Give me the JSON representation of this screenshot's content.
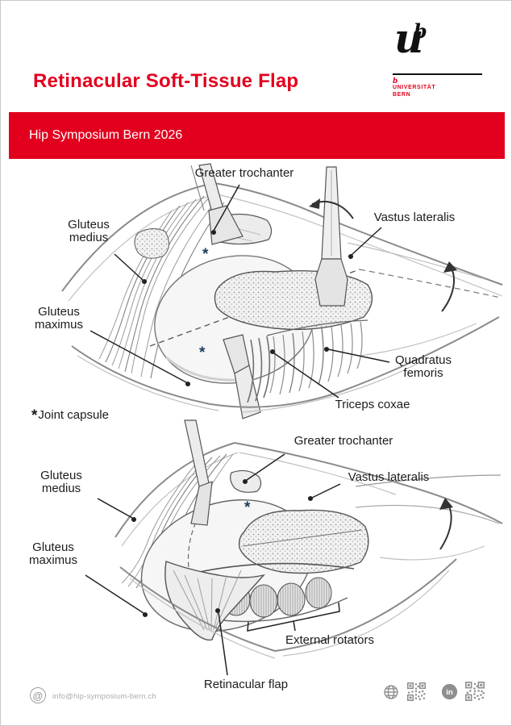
{
  "page": {
    "title": "Retinacular Soft-Tissue Flap",
    "banner": "Hip Symposium Bern 2026"
  },
  "logo": {
    "u": "u",
    "sup": "b",
    "small_b": "b",
    "university": "UNIVERSITÄT",
    "city": "BERN"
  },
  "colors": {
    "brand_red": "#e2001e",
    "label_ink": "#1c1c1c",
    "footer_gray": "#9e9e9e",
    "asterisk_navy": "#1e3c5c"
  },
  "figure1": {
    "labels": {
      "greater_trochanter": "Greater trochanter",
      "vastus_lateralis": "Vastus lateralis",
      "gluteus_medius": "Gluteus\nmedius",
      "gluteus_maximus": "Gluteus\nmaximus",
      "quadratus_femoris": "Quadratus\nfemoris",
      "triceps_coxae": "Triceps coxae",
      "joint_capsule_marker": "*",
      "joint_capsule_text": "Joint capsule",
      "asterisk": "*"
    }
  },
  "figure2": {
    "labels": {
      "greater_trochanter": "Greater trochanter",
      "vastus_lateralis": "Vastus lateralis",
      "gluteus_medius": "Gluteus\nmedius",
      "gluteus_maximus": "Gluteus\nmaximus",
      "external_rotators": "External rotators",
      "retinacular_flap": "Retinacular flap",
      "asterisk": "*"
    }
  },
  "footer": {
    "at_glyph": "@",
    "email": "info@hip-symposium-bern.ch",
    "linkedin_glyph": "in",
    "icons": [
      "at-icon",
      "globe-icon",
      "qr-code-icon",
      "linkedin-icon",
      "qr-code-icon"
    ]
  }
}
